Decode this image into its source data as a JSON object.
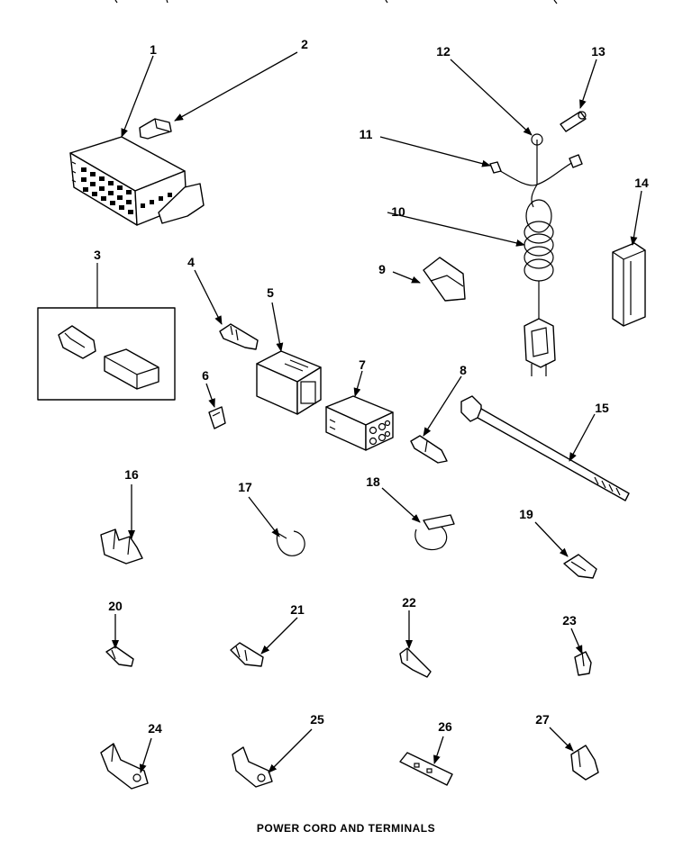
{
  "caption": "POWER CORD AND TERMINALS",
  "callouts": [
    "1",
    "2",
    "3",
    "4",
    "5",
    "6",
    "7",
    "8",
    "9",
    "10",
    "11",
    "12",
    "13",
    "14",
    "15",
    "16",
    "17",
    "18",
    "19",
    "20",
    "21",
    "22",
    "23",
    "24",
    "25",
    "26",
    "27"
  ],
  "colors": {
    "ink": "#000000",
    "paper": "#ffffff"
  }
}
